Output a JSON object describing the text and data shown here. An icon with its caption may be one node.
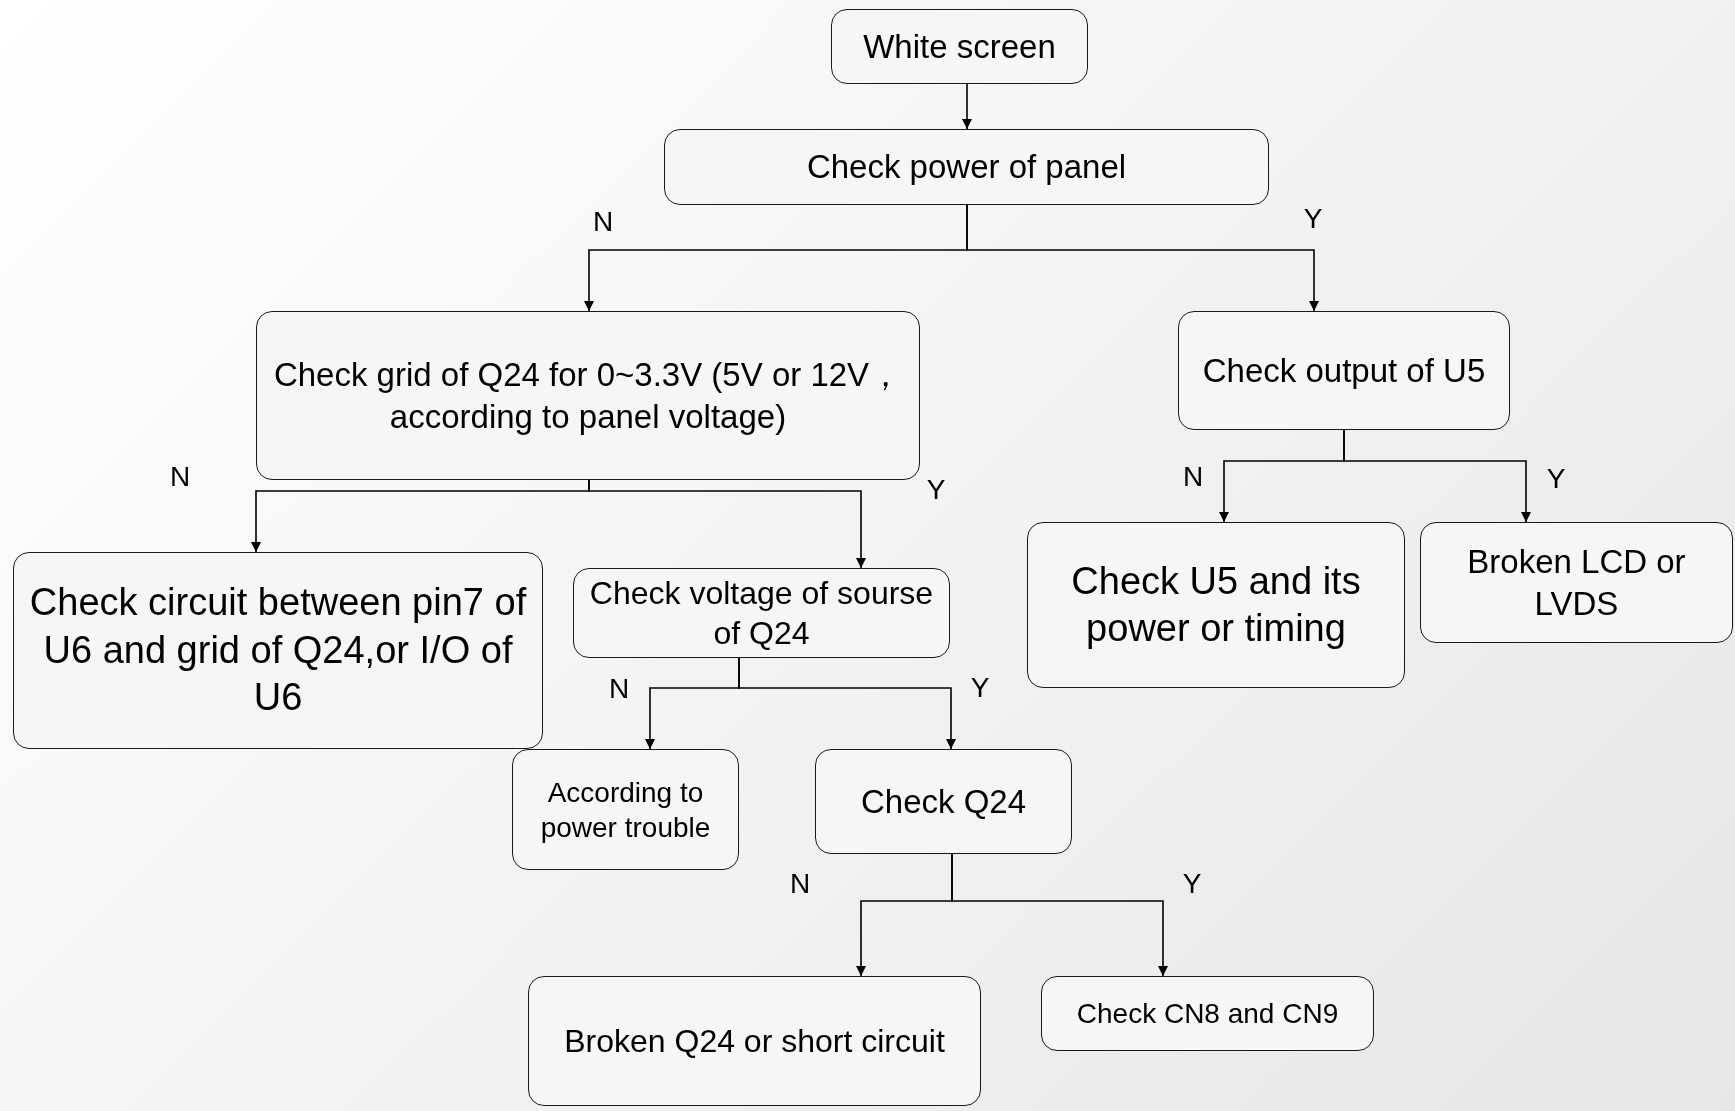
{
  "diagram": {
    "nodes": [
      {
        "text": [
          "White screen"
        ]
      },
      {
        "text": [
          "Check power of panel"
        ]
      },
      {
        "text": [
          "Check grid of Q24 for 0~3.3V (5V or 12V，according to panel voltage)"
        ]
      },
      {
        "text": [
          "Check output of U5"
        ]
      },
      {
        "text": [
          "Check circuit between pin7 of U6 and grid of Q24,or I/O of U6"
        ]
      },
      {
        "text": [
          "Check voltage of sourse of Q24"
        ]
      },
      {
        "text": [
          "Check U5 and its power or timing"
        ]
      },
      {
        "text": [
          "Broken LCD or LVDS"
        ]
      },
      {
        "text": [
          "According to power trouble"
        ]
      },
      {
        "text": [
          "Check Q24"
        ]
      },
      {
        "text": [
          "Broken Q24 or short circuit"
        ]
      },
      {
        "text": [
          "Check CN8 and CN9"
        ]
      }
    ],
    "edges": [
      {
        "from": 0,
        "to": 1,
        "arrow": "to"
      },
      {
        "from": 1,
        "to": 2,
        "arrow": "to",
        "label": "N"
      },
      {
        "from": 1,
        "to": 3,
        "arrow": "to",
        "label": "Y"
      },
      {
        "from": 2,
        "to": 4,
        "arrow": "to",
        "label": "N"
      },
      {
        "from": 2,
        "to": 5,
        "arrow": "to",
        "label": "Y"
      },
      {
        "from": 3,
        "to": 6,
        "arrow": "to",
        "label": "N"
      },
      {
        "from": 3,
        "to": 7,
        "arrow": "to",
        "label": "Y"
      },
      {
        "from": 5,
        "to": 8,
        "arrow": "to",
        "label": "N"
      },
      {
        "from": 5,
        "to": 9,
        "arrow": "to",
        "label": "Y"
      },
      {
        "from": 9,
        "to": 10,
        "arrow": "to",
        "label": "N"
      },
      {
        "from": 9,
        "to": 11,
        "arrow": "to",
        "label": "Y"
      }
    ]
  }
}
